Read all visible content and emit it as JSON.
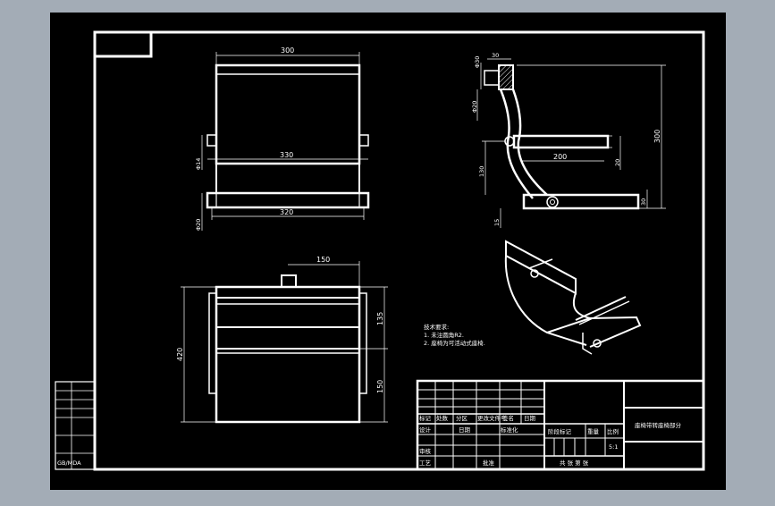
{
  "canvas": {
    "background": "#a3acb6",
    "sheet": "#000000",
    "line": "#ffffff"
  },
  "front_view": {
    "dim_top": "300",
    "dim_mid": "330",
    "dim_bottom": "320",
    "dim_left_upper": "Φ14",
    "dim_left_lower": "Φ20"
  },
  "side_view": {
    "dim_top_dia": "Φ30",
    "dim_top_width": "30",
    "dim_pipe_dia": "Φ20",
    "dim_arm_length": "200",
    "dim_height_total": "300",
    "dim_height_mid": "130",
    "dim_arm_thick": "20",
    "dim_foot_thick": "30",
    "dim_base": "15"
  },
  "top_view": {
    "dim_top": "150",
    "dim_left": "420",
    "dim_right_upper": "135",
    "dim_right_lower": "150"
  },
  "notes": {
    "title": "技术要求:",
    "line1": "1. 未注圆角R2.",
    "line2": "2. 座椅为可活动式座椅."
  },
  "title_block": {
    "part_name": "座椅带转座椅部分",
    "scale": "5:1",
    "row_labels": [
      "标记",
      "处数",
      "分区",
      "更改文件号",
      "签名",
      "日期"
    ],
    "design": "设计",
    "standardize": "标准化",
    "stage_mark": "阶段标记",
    "weight": "重量",
    "ratio": "比例",
    "review": "审核",
    "process": "工艺",
    "approve": "批准",
    "date": "日期",
    "sheets": "共  张  第  张"
  },
  "side_strip": {
    "label": "GB/MDA"
  }
}
